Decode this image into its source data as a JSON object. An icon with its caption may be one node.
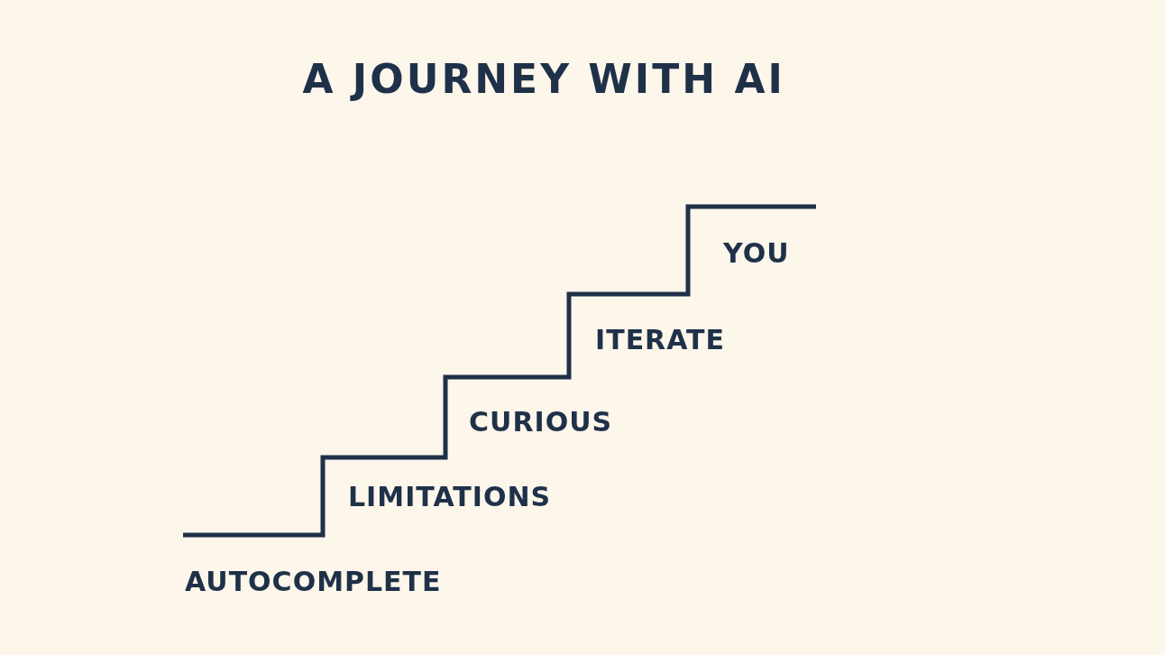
{
  "diagram": {
    "title": "A JOURNEY WITH AI",
    "labels": [
      "AUTOCOMPLETE",
      "LIMITATIONS",
      "CURIOUS",
      "ITERATE",
      "YOU"
    ]
  }
}
